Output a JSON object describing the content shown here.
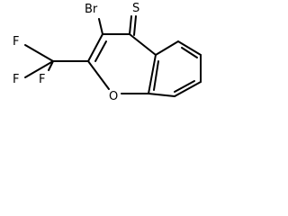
{
  "molecule": {
    "atoms": {
      "bromine": "Br",
      "sulfur": "S",
      "oxygen": "O",
      "fluorine_1": "F",
      "fluorine_2": "F",
      "fluorine_3": "F"
    }
  },
  "colors": {
    "bond": "#000000",
    "label": "#000000",
    "background": "#ffffff"
  }
}
